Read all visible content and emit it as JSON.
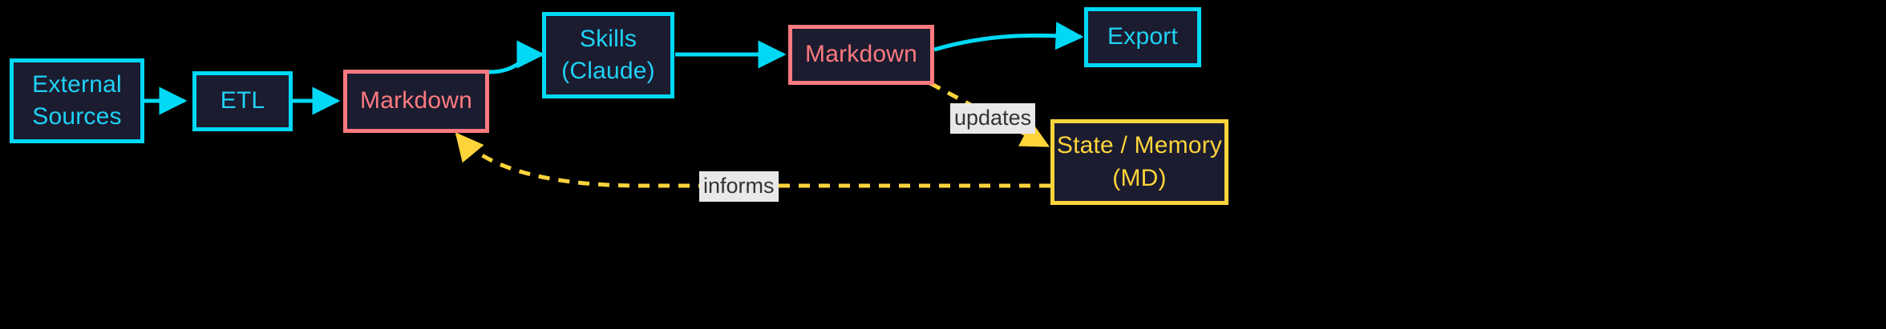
{
  "diagram": {
    "type": "flowchart",
    "direction": "left-to-right",
    "background_color": "#000000",
    "node_fill_color": "#1b1c30",
    "colors": {
      "cyan": "#00d9f5",
      "red": "#ff7a7f",
      "yellow": "#ffd43b",
      "label_background": "#e8e8e8",
      "label_text": "#333333"
    },
    "nodes": [
      {
        "id": "external-sources",
        "lines": [
          "External",
          "Sources"
        ],
        "style": "cyan"
      },
      {
        "id": "etl",
        "lines": [
          "ETL"
        ],
        "style": "cyan"
      },
      {
        "id": "markdown-1",
        "lines": [
          "Markdown"
        ],
        "style": "red"
      },
      {
        "id": "skills-claude",
        "lines": [
          "Skills",
          "(Claude)"
        ],
        "style": "cyan"
      },
      {
        "id": "markdown-2",
        "lines": [
          "Markdown"
        ],
        "style": "red"
      },
      {
        "id": "export",
        "lines": [
          "Export"
        ],
        "style": "cyan"
      },
      {
        "id": "state-memory",
        "lines": [
          "State / Memory",
          "(MD)"
        ],
        "style": "yellow"
      }
    ],
    "edges": [
      {
        "from": "external-sources",
        "to": "etl",
        "style": "solid",
        "color": "#00d9f5",
        "label": ""
      },
      {
        "from": "etl",
        "to": "markdown-1",
        "style": "solid",
        "color": "#00d9f5",
        "label": ""
      },
      {
        "from": "markdown-1",
        "to": "skills-claude",
        "style": "solid",
        "color": "#00d9f5",
        "label": ""
      },
      {
        "from": "skills-claude",
        "to": "markdown-2",
        "style": "solid",
        "color": "#00d9f5",
        "label": ""
      },
      {
        "from": "markdown-2",
        "to": "export",
        "style": "solid",
        "color": "#00d9f5",
        "label": ""
      },
      {
        "from": "markdown-2",
        "to": "state-memory",
        "style": "dashed",
        "color": "#ffd43b",
        "label": "updates"
      },
      {
        "from": "state-memory",
        "to": "markdown-1",
        "style": "dashed",
        "color": "#ffd43b",
        "label": "informs"
      }
    ],
    "labels": {
      "updates": "updates",
      "informs": "informs"
    }
  }
}
